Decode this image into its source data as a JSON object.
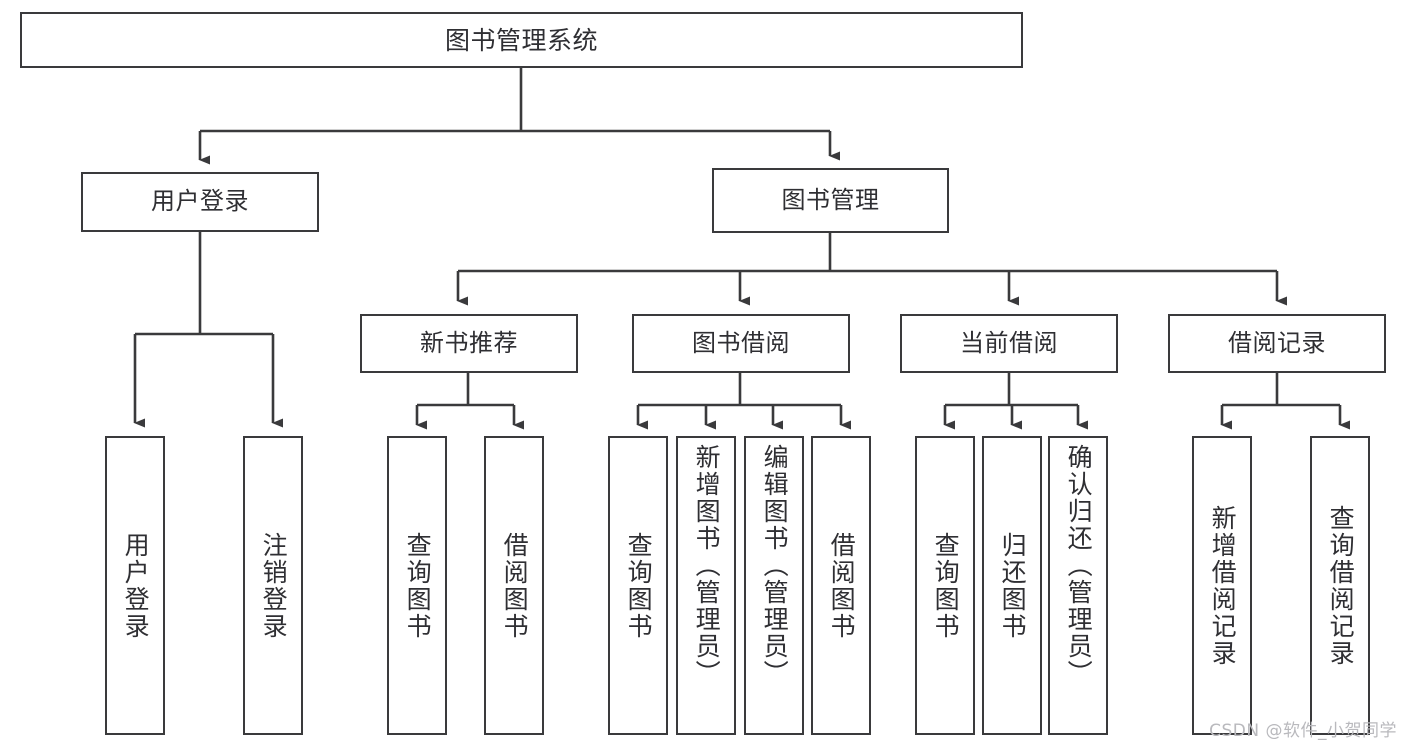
{
  "diagram": {
    "type": "tree-hierarchy",
    "title": "图书管理系统",
    "orientation": "top-down",
    "colors": {
      "background": "#ffffff",
      "box_border": "#3a3a3c",
      "box_fill": "#ffffff",
      "text": "#2f2f33",
      "connector": "#3a3a3c",
      "watermark": "#b9b9bd"
    },
    "root": {
      "label": "图书管理系统"
    },
    "level2": [
      {
        "label": "用户登录"
      },
      {
        "label": "图书管理"
      }
    ],
    "level3": [
      {
        "label": "新书推荐"
      },
      {
        "label": "图书借阅"
      },
      {
        "label": "当前借阅"
      },
      {
        "label": "借阅记录"
      }
    ],
    "leaves": {
      "user_login": [
        {
          "label": "用户登录"
        },
        {
          "label": "注销登录"
        }
      ],
      "new_book_rec": [
        {
          "label": "查询图书"
        },
        {
          "label": "借阅图书"
        }
      ],
      "book_borrow": [
        {
          "label": "查询图书"
        },
        {
          "label": "新增图书（管理员）"
        },
        {
          "label": "编辑图书（管理员）"
        },
        {
          "label": "借阅图书"
        }
      ],
      "current_borrow": [
        {
          "label": "查询图书"
        },
        {
          "label": "归还图书"
        },
        {
          "label": "确认归还（管理员）"
        }
      ],
      "borrow_record": [
        {
          "label": "新增借阅记录"
        },
        {
          "label": "查询借阅记录"
        }
      ]
    }
  },
  "watermark": {
    "text": "CSDN @软件_小贺同学"
  }
}
